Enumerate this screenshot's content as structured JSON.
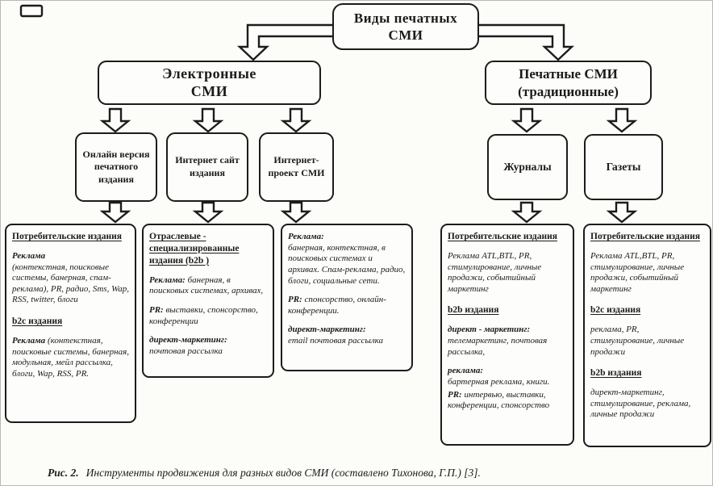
{
  "root_box": {
    "line1": "Виды печатных",
    "line2": "СМИ"
  },
  "branches": {
    "electronic": {
      "line1": "Электронные",
      "line2": "СМИ"
    },
    "print": {
      "line1": "Печатные СМИ",
      "line2": "(традиционные)"
    }
  },
  "mid_boxes": [
    {
      "label": "Онлайн версия печатного издания"
    },
    {
      "label": "Интернет сайт издания"
    },
    {
      "label": "Интернет-проект СМИ"
    },
    {
      "label": "Журналы"
    },
    {
      "label": "Газеты"
    }
  ],
  "details": [
    {
      "h1": "Потребительские издания",
      "p1_lead": "Реклама",
      "p1_body": "(контекстная, поисковые системы, банерная, спам-реклама), PR, радио, Sms, Wap, RSS, twitter, блоги",
      "h2": "b2c издания",
      "p2_lead": "Реклама",
      "p2_body": "(контекстная, поисковые системы, банерная, модульная, мейл рассылка, блоги, Wap, RSS, PR."
    },
    {
      "h1": "Отраслевые - специализированные издания (b2b )",
      "p1_lead": "Реклама:",
      "p1_body": "банерная, в поисковых системах, архивах,",
      "p2_lead": "PR:",
      "p2_body": "выставки, спонсорство, конференции",
      "p3_lead": "директ-маркетинг:",
      "p3_body": "почтовая рассылка"
    },
    {
      "p1_lead": "Реклама:",
      "p1_body": "банерная, контекстная, в поисковых системах и архивах. Спам-реклама, радио, блоги, социальные сети.",
      "p2_lead": "PR:",
      "p2_body": "спонсорство, онлайн-конференции.",
      "p3_lead": "директ-маркетинг:",
      "p3_body": "email почтовая рассылка"
    },
    {
      "h1": "Потребительские издания",
      "p1_body": "Реклама ATL,BTL, PR, стимулирование, личные продажи, событийный маркетинг",
      "h2": "b2b издания",
      "p2_lead": "директ - маркетинг:",
      "p2_body": "телемаркетинг, почтовая рассылка,",
      "p3_lead": "реклама:",
      "p3_body": "бартерная реклама, книги.",
      "p4_lead": "PR:",
      "p4_body": "интервью, выставки, конференции, спонсорство"
    },
    {
      "h1": "Потребительские издания",
      "p1_body": "Реклама ATL,BTL, PR, стимулирование, личные продажи, событийный маркетинг",
      "h2": "b2c издания",
      "p2_body": "реклама, PR, стимулирование, личные продажи",
      "h3": "b2b издания",
      "p3_body": "директ-маркетинг, стимулирование, реклама, личные продажи"
    }
  ],
  "caption": {
    "prefix": "Рис. 2.",
    "text": "Инструменты продвижения для разных видов СМИ (составлено Тихонова, Г.П.) [3]."
  },
  "colors": {
    "ink": "#1b1b1b",
    "background": "#fcfcf9"
  }
}
